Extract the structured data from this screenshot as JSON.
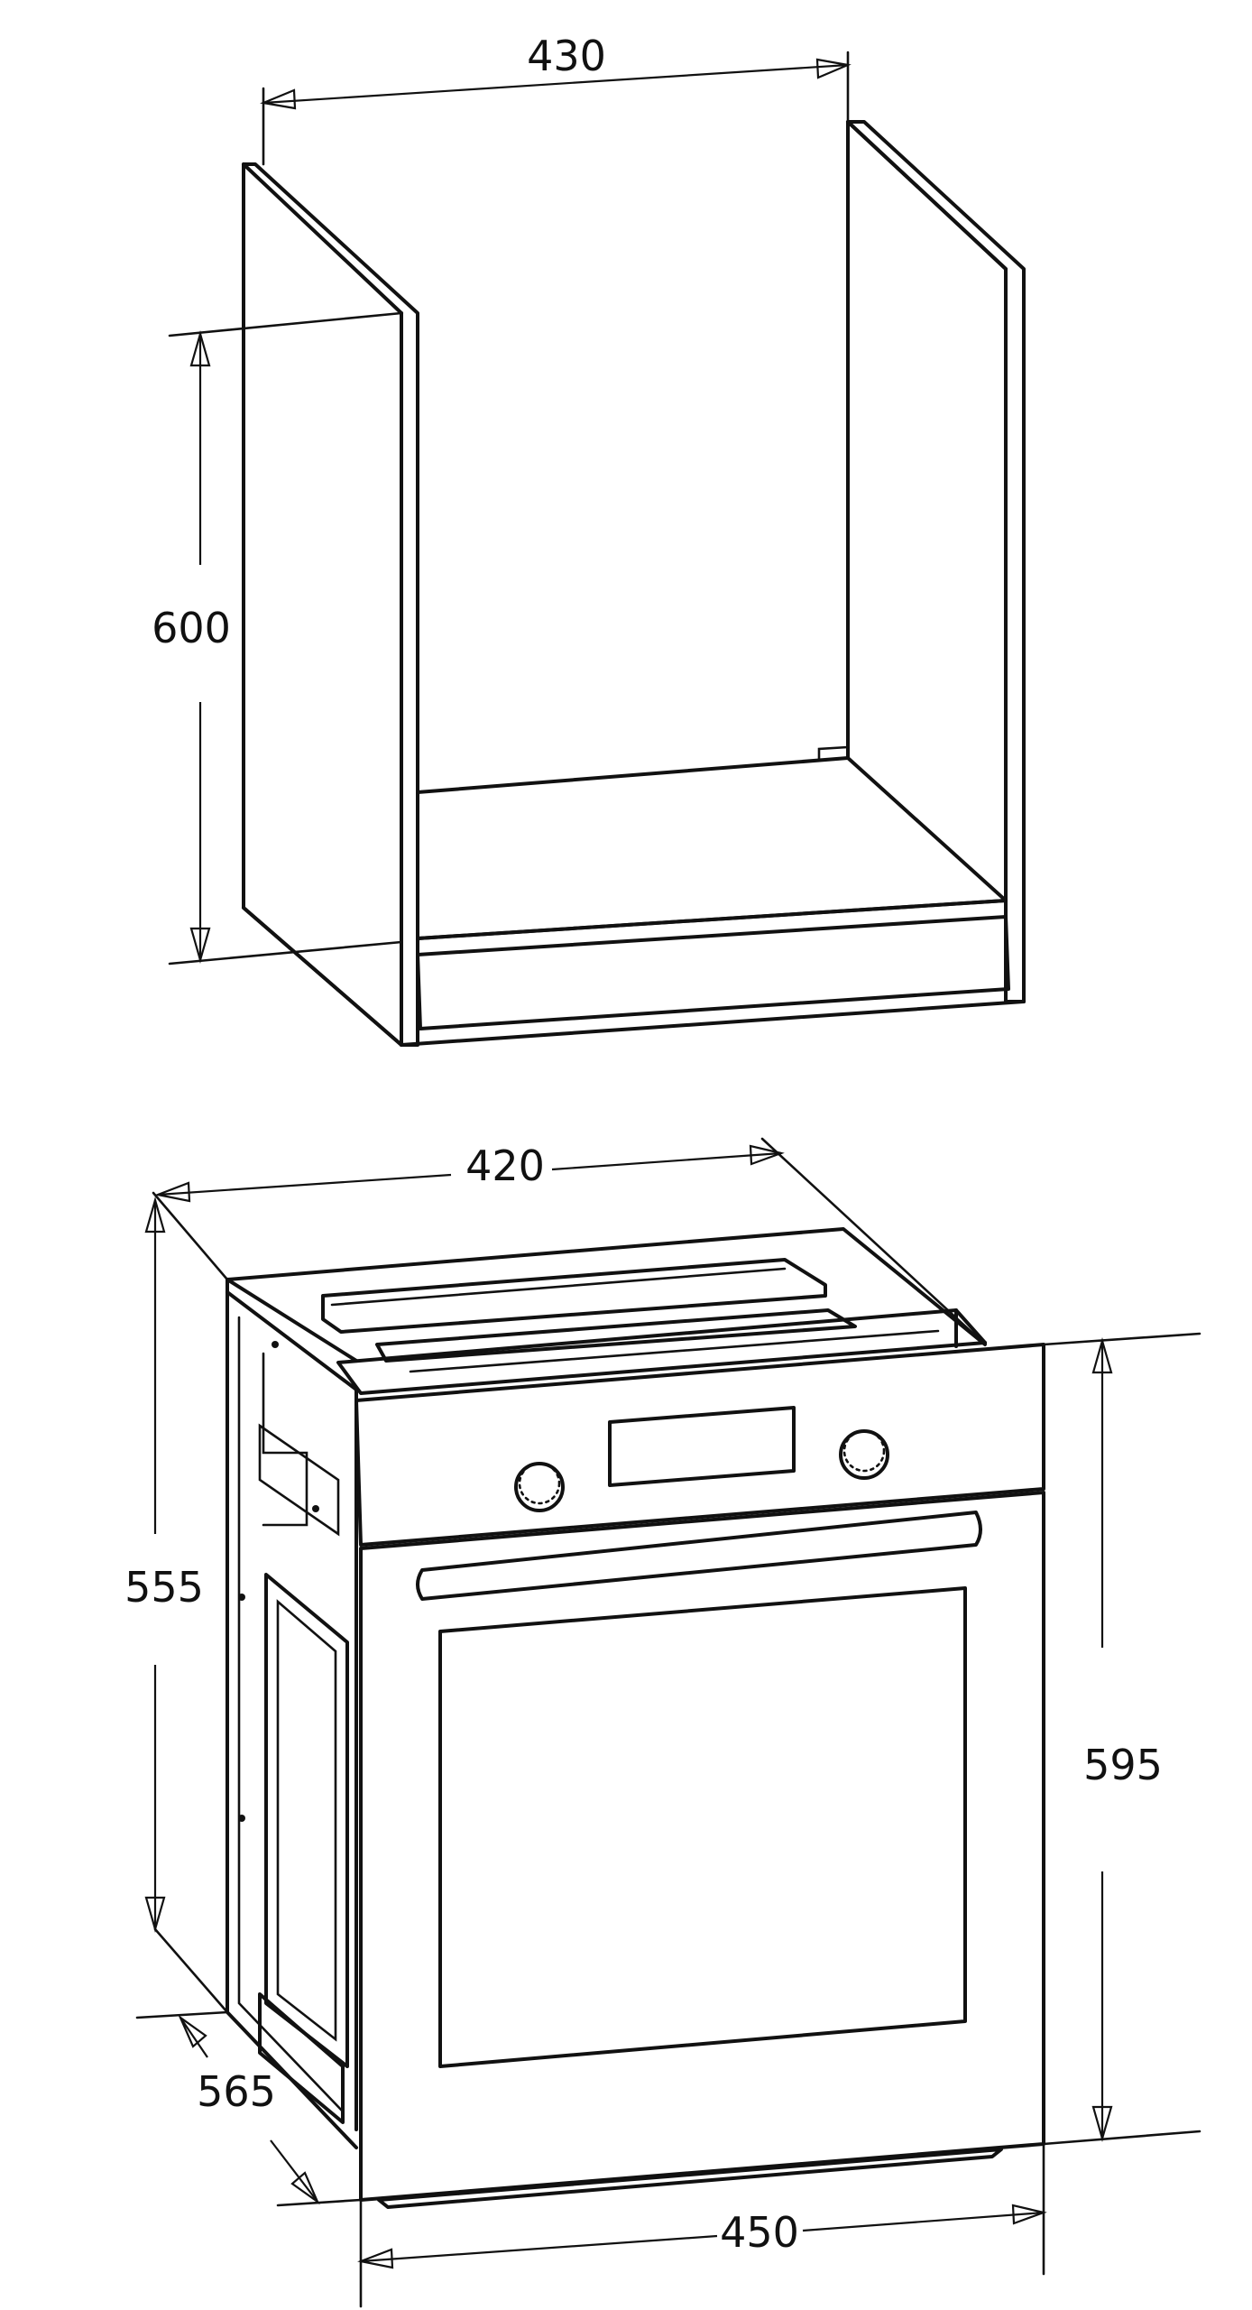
{
  "cabinet": {
    "dimensions": {
      "width": "430",
      "height": "600"
    }
  },
  "oven": {
    "dimensions": {
      "body_width": "420",
      "body_height": "555",
      "depth": "565",
      "front_height": "595",
      "front_width": "450"
    }
  }
}
